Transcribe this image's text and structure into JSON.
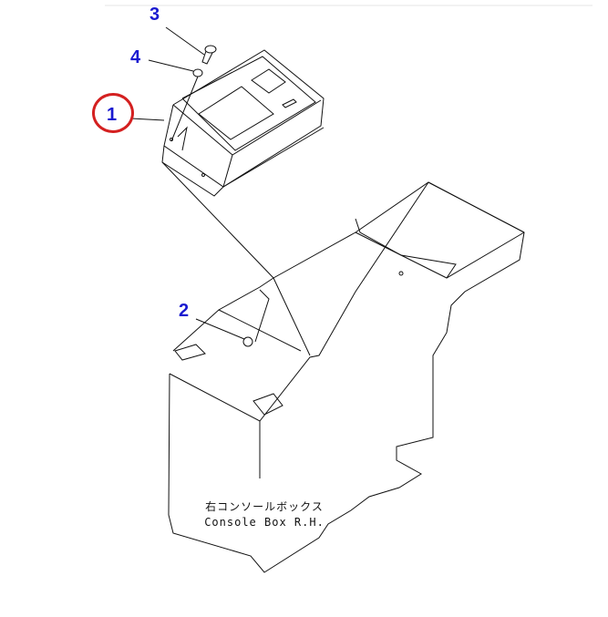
{
  "callouts": [
    {
      "label": "1",
      "part": "monitor-unit",
      "highlighted": true
    },
    {
      "label": "2",
      "part": "bolt"
    },
    {
      "label": "3",
      "part": "screw"
    },
    {
      "label": "4",
      "part": "washer"
    }
  ],
  "caption": {
    "japanese": "右コンソールボックス",
    "english": "Console Box R.H."
  },
  "colors": {
    "callout": "#1a1ad0",
    "highlight": "#d42020",
    "line": "#111111"
  }
}
